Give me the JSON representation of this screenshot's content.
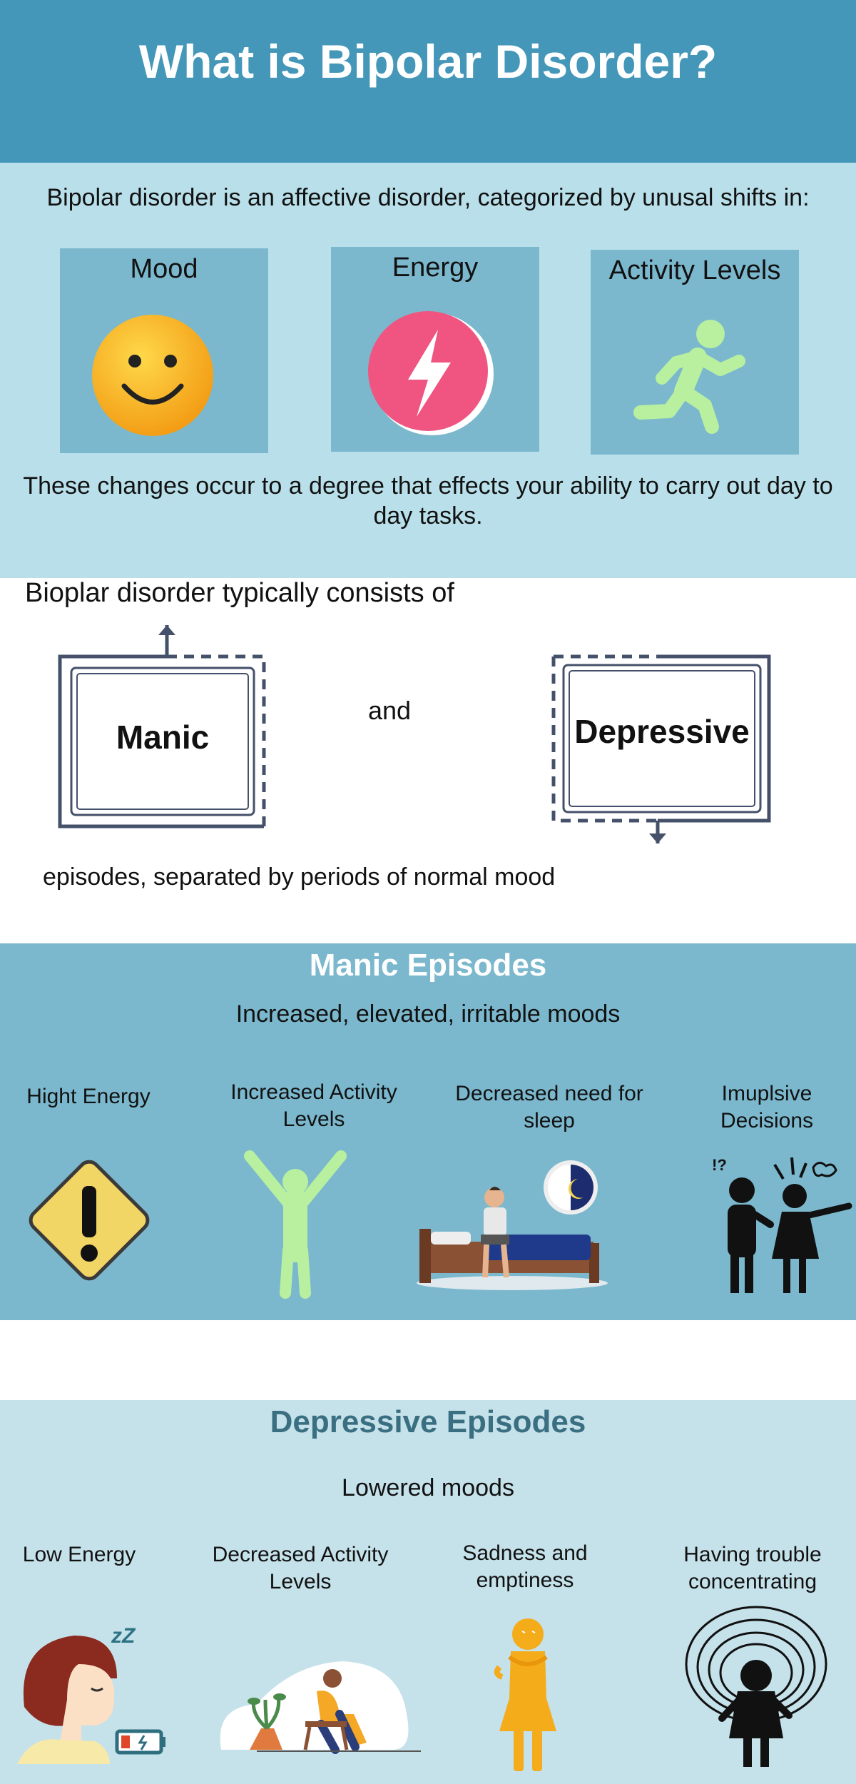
{
  "header": {
    "title": "What is Bipolar Disorder?"
  },
  "intro": {
    "lead": "Bipolar disorder is an affective disorder, categorized by unusal shifts in:",
    "cards": [
      {
        "label": "Mood",
        "icon": "smiley-icon"
      },
      {
        "label": "Energy",
        "icon": "lightning-icon"
      },
      {
        "label": "Activity Levels",
        "icon": "running-person-icon"
      }
    ],
    "note": "These changes occur to a degree that effects your ability to carry out day to day tasks."
  },
  "cycle": {
    "title": "Bioplar disorder typically consists of",
    "manic": "Manic",
    "and": "and",
    "depressive": "Depressive",
    "tail": "episodes, separated by periods of normal mood"
  },
  "manic": {
    "title": "Manic Episodes",
    "subtitle": "Increased, elevated, irritable moods",
    "items": [
      {
        "label": "Hight Energy",
        "icon": "warning-sign-icon"
      },
      {
        "label": "Increased Activity Levels",
        "icon": "arms-raised-person-icon"
      },
      {
        "label": "Decreased need for sleep",
        "icon": "awake-in-bed-icon"
      },
      {
        "label": "Imuplsive Decisions",
        "icon": "arguing-people-icon"
      }
    ]
  },
  "depressive": {
    "title": "Depressive Episodes",
    "subtitle": "Lowered moods",
    "items": [
      {
        "label": "Low Energy",
        "icon": "tired-person-low-battery-icon"
      },
      {
        "label": "Decreased Activity Levels",
        "icon": "sitting-dejected-person-icon"
      },
      {
        "label": "Sadness and emptiness",
        "icon": "sad-person-icon"
      },
      {
        "label": "Having trouble concentrating",
        "icon": "confused-spiral-person-icon"
      }
    ]
  },
  "colors": {
    "header": "#4497b8",
    "intro_bg": "#b9e0ea",
    "card_bg": "#7bb8cd",
    "manic_bg": "#7bb8cd",
    "depressive_bg": "#c5e1ea",
    "depressive_title": "#3a6f82",
    "green_figure": "#b8f0a0"
  }
}
